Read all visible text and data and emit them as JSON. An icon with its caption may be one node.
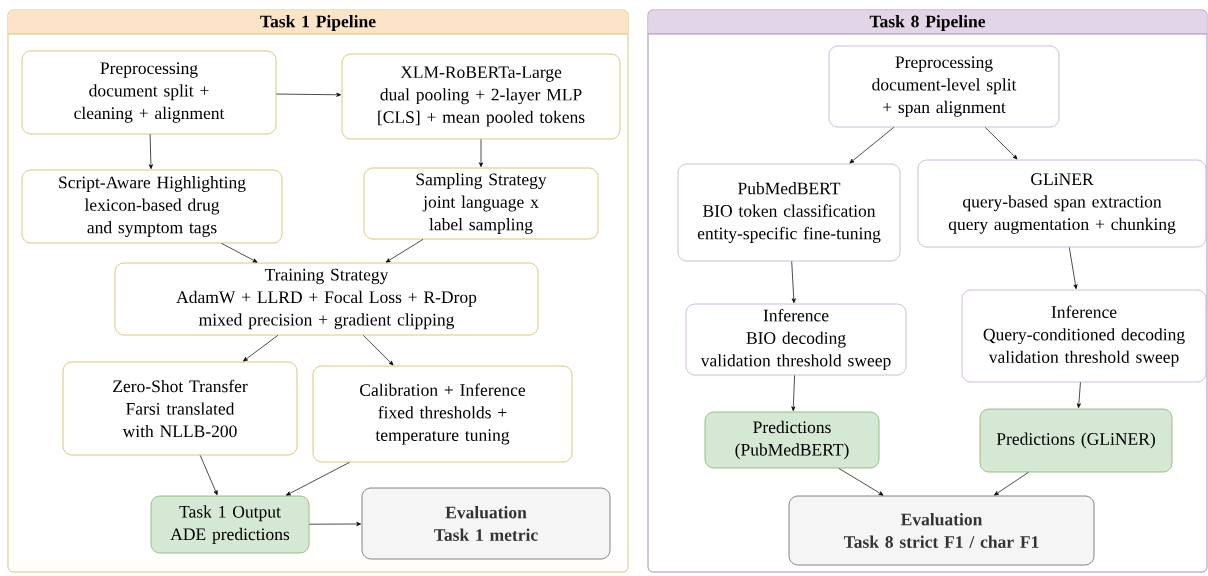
{
  "diagram": {
    "nodes": [
      {
        "text": [
          "Task 1 Pipeline"
        ]
      },
      {
        "text": [
          "Preprocessing",
          "document split + cleaning + alignment"
        ],
        "in": 0
      },
      {
        "text": [
          "XLM-RoBERTa-Large",
          "dual pooling + 2-layer MLP",
          "[CLS] + mean pooled tokens"
        ],
        "in": 0
      },
      {
        "text": [
          "Script-Aware Highlighting",
          "lexicon-based drug and symptom tags"
        ],
        "in": 0
      },
      {
        "text": [
          "Sampling Strategy",
          "joint language x label sampling"
        ],
        "in": 0
      },
      {
        "text": [
          "Training Strategy",
          "AdamW + LLRD + Focal Loss + R-Drop",
          "mixed precision + gradient clipping"
        ],
        "in": 0
      },
      {
        "text": [
          "Zero-Shot Transfer",
          "Farsi translated with NLLB-200"
        ],
        "in": 0
      },
      {
        "text": [
          "Calibration + Inference",
          "fixed thresholds + temperature tuning"
        ],
        "in": 0
      },
      {
        "text": [
          "Task 1 Output",
          "ADE predictions"
        ],
        "in": 0
      },
      {
        "text": [
          "Evaluation",
          "Task 1 metric"
        ],
        "in": 0
      },
      {
        "text": [
          "Task 8 Pipeline"
        ]
      },
      {
        "text": [
          "Preprocessing",
          "document-level split + span alignment"
        ],
        "in": 10
      },
      {
        "text": [
          "PubMedBERT",
          "BIO token classification",
          "entity-specific fine-tuning"
        ],
        "in": 10
      },
      {
        "text": [
          "GLiNER",
          "query-based span extraction",
          "query augmentation + chunking"
        ],
        "in": 10
      },
      {
        "text": [
          "Inference",
          "BIO decoding",
          "validation threshold sweep"
        ],
        "in": 10
      },
      {
        "text": [
          "Inference",
          "Query-conditioned decoding",
          "validation threshold sweep"
        ],
        "in": 10
      },
      {
        "text": [
          "Predictions (PubMedBERT)"
        ],
        "in": 10
      },
      {
        "text": [
          "Predictions (GLiNER)"
        ],
        "in": 10
      },
      {
        "text": [
          "Evaluation",
          "Task 8 strict F1 / char F1"
        ],
        "in": 10
      }
    ],
    "edges": [
      {
        "from": 1,
        "to": 2,
        "arrow": "to"
      },
      {
        "from": 1,
        "to": 3,
        "arrow": "to"
      },
      {
        "from": 2,
        "to": 4,
        "arrow": "to"
      },
      {
        "from": 3,
        "to": 5,
        "arrow": "to"
      },
      {
        "from": 4,
        "to": 5,
        "arrow": "to"
      },
      {
        "from": 5,
        "to": 6,
        "arrow": "to"
      },
      {
        "from": 5,
        "to": 7,
        "arrow": "to"
      },
      {
        "from": 6,
        "to": 8,
        "arrow": "to"
      },
      {
        "from": 7,
        "to": 8,
        "arrow": "to"
      },
      {
        "from": 8,
        "to": 9,
        "arrow": "to"
      },
      {
        "from": 11,
        "to": 12,
        "arrow": "to"
      },
      {
        "from": 11,
        "to": 13,
        "arrow": "to"
      },
      {
        "from": 12,
        "to": 14,
        "arrow": "to"
      },
      {
        "from": 13,
        "to": 15,
        "arrow": "to"
      },
      {
        "from": 14,
        "to": 16,
        "arrow": "to"
      },
      {
        "from": 15,
        "to": 17,
        "arrow": "to"
      },
      {
        "from": 16,
        "to": 18,
        "arrow": "to"
      },
      {
        "from": 17,
        "to": 18,
        "arrow": "to"
      }
    ]
  }
}
